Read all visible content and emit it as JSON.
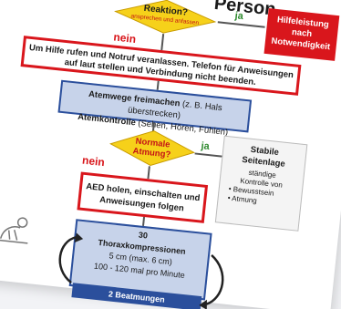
{
  "title_fragment": "Person",
  "decision1": {
    "question": "Reaktion?",
    "sub": "ansprechen und anfassen"
  },
  "yes_label": "ja",
  "no_label": "nein",
  "help_box": {
    "lines": [
      "Hilfeleistung",
      "nach",
      "Notwendigkeit"
    ]
  },
  "call_box": {
    "line1": "Um Hilfe rufen und Notruf veranlassen. Telefon für Anweisungen",
    "line2": "auf laut stellen und Verbindung nicht beenden."
  },
  "airway_box": {
    "line1_bold": "Atemwege freimachen",
    "line1_rest": " (z. B. Hals überstrecken)",
    "line2_bold": "Atemkontrolle",
    "line2_rest": " (Sehen, Hören, Fühlen)"
  },
  "decision2": {
    "line1": "Normale",
    "line2": "Atmung?"
  },
  "recovery_box": {
    "title1": "Stabile",
    "title2": "Seitenlage",
    "sub1": "ständige",
    "sub2": "Kontrolle von",
    "bullets": [
      "Bewusstsein",
      "Atmung"
    ]
  },
  "aed_box": {
    "line1": "AED holen, einschalten und",
    "line2": "Anweisungen folgen"
  },
  "cpr_box": {
    "count": "30",
    "title": "Thoraxkompressionen",
    "depth": "5 cm (max. 6 cm)",
    "rate": "100 - 120 mal pro Minute",
    "breaths": "2 Beatmungen"
  },
  "colors": {
    "red": "#d9161c",
    "yellow": "#f6d11a",
    "blue_fill": "#c7d3ea",
    "blue_dark": "#2b4f9c",
    "green": "#2e8a2e"
  }
}
